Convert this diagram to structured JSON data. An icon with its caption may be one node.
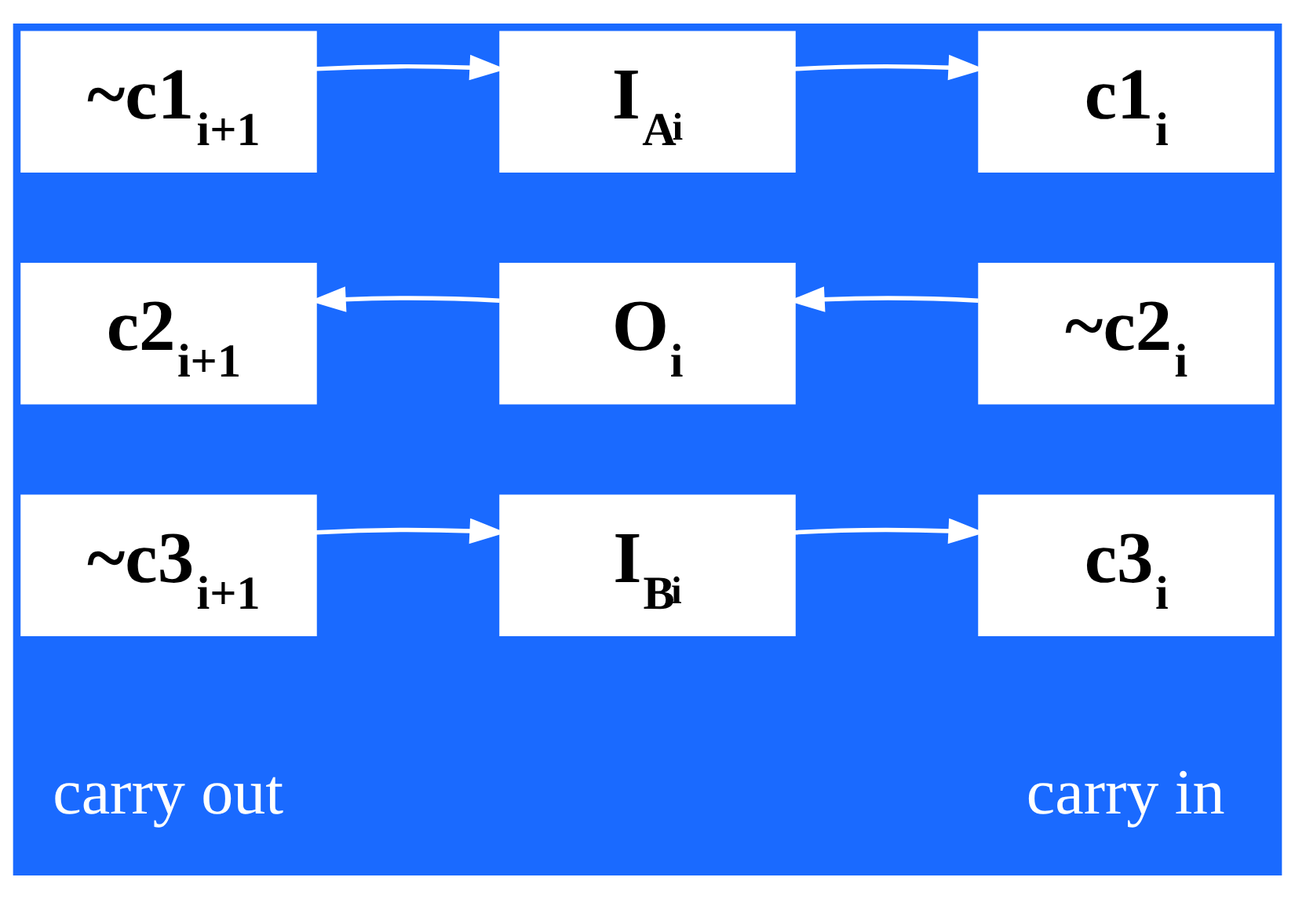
{
  "diagram": {
    "nodes": [
      {
        "text": [
          "~c1$_{i+1}$"
        ]
      },
      {
        "text": [
          "I$_{A}$$_{i}$"
        ]
      },
      {
        "text": [
          "c1$_{i}$"
        ]
      },
      {
        "text": [
          "c2$_{i+1}$"
        ]
      },
      {
        "text": [
          "O$_{i}$"
        ]
      },
      {
        "text": [
          "~c2$_{i}$"
        ]
      },
      {
        "text": [
          "~c3$_{i+1}$"
        ]
      },
      {
        "text": [
          "I$_{B}$$_{i}$"
        ]
      },
      {
        "text": [
          "c3$_{i}$"
        ]
      }
    ],
    "edges": [
      {
        "from": 0,
        "to": 1,
        "arrow": "to"
      },
      {
        "from": 1,
        "to": 2,
        "arrow": "to"
      },
      {
        "from": 5,
        "to": 4,
        "arrow": "to"
      },
      {
        "from": 4,
        "to": 3,
        "arrow": "to"
      },
      {
        "from": 6,
        "to": 7,
        "arrow": "to"
      },
      {
        "from": 7,
        "to": 8,
        "arrow": "to"
      }
    ],
    "labels": [
      "carry out",
      "carry in"
    ]
  }
}
